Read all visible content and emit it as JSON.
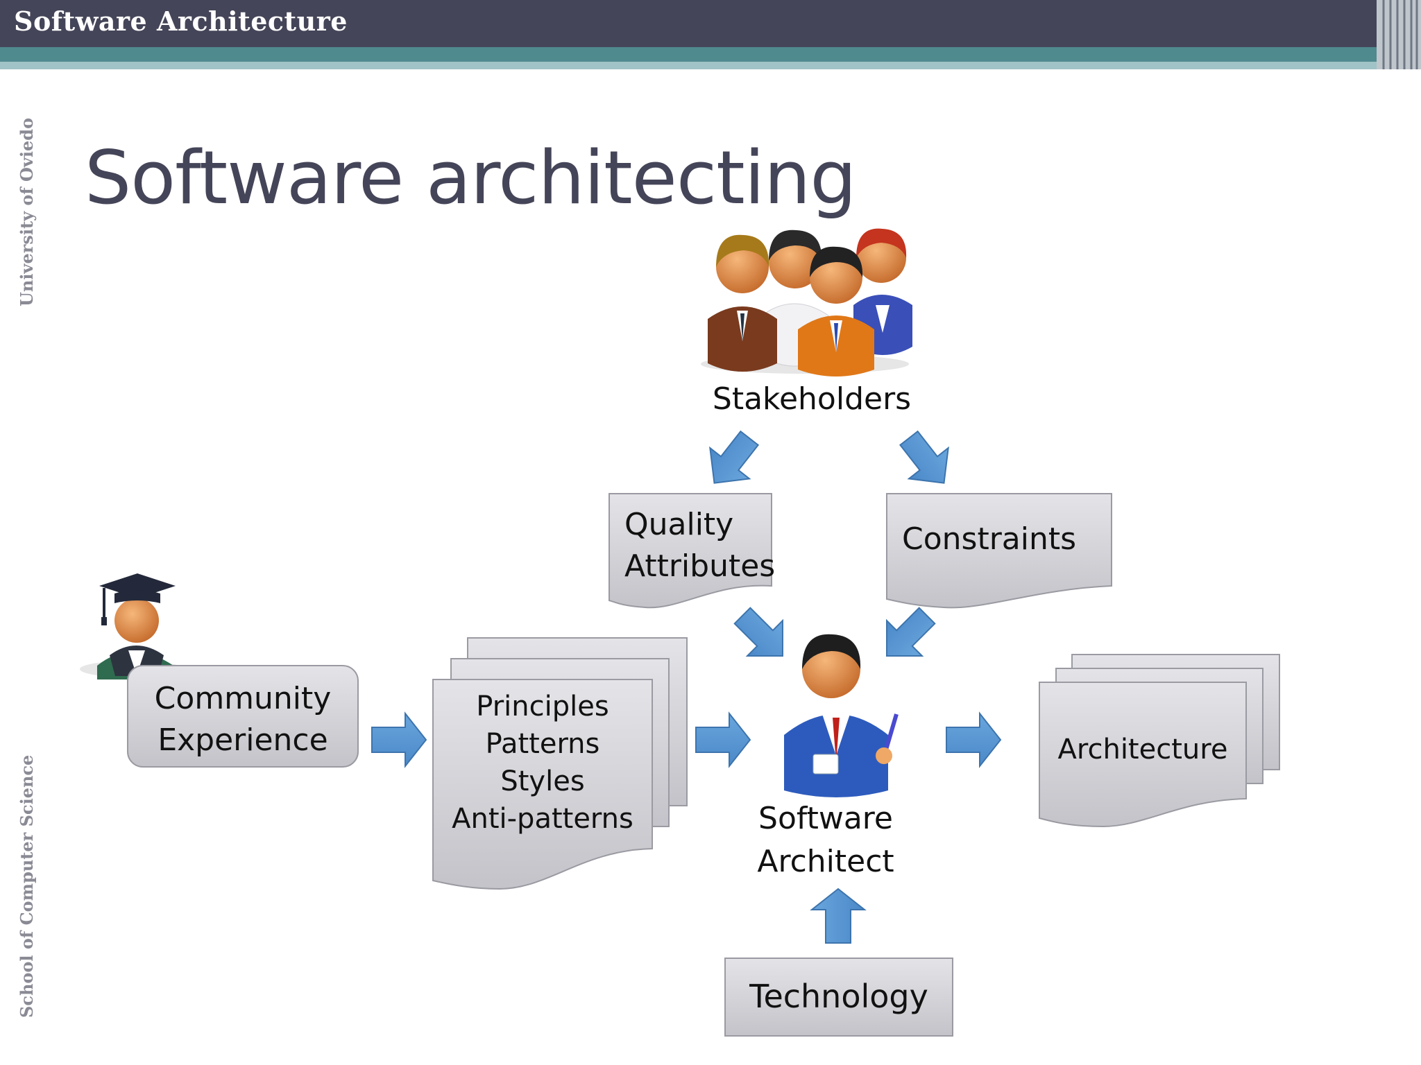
{
  "header": {
    "title": "Software Architecture"
  },
  "side": {
    "top_label": "University of Oviedo",
    "bottom_label": "School of Computer Science"
  },
  "slide": {
    "title": "Software architecting"
  },
  "diagram": {
    "stakeholders": "Stakeholders",
    "quality_line1": "Quality",
    "quality_line2": "Attributes",
    "constraints": "Constraints",
    "community_line1": "Community",
    "community_line2": "Experience",
    "principles": [
      "Principles",
      "Patterns",
      "Styles",
      "Anti-patterns"
    ],
    "architect_line1": "Software",
    "architect_line2": "Architect",
    "architecture": "Architecture",
    "technology": "Technology"
  },
  "colors": {
    "header": "#454559",
    "stripe": "#4f8a8f",
    "arrow": "#5b9bd5",
    "box": "#cfcfd4"
  }
}
